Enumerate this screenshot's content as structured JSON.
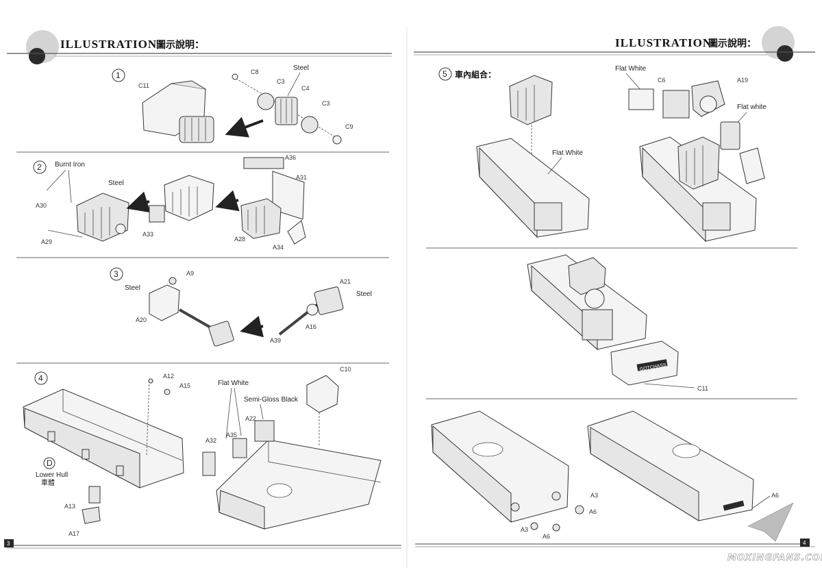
{
  "left_page": {
    "header_en": "ILLUSTRATION",
    "header_cn": "圖示說明：",
    "page_number": "3",
    "steps": [
      {
        "number": "1",
        "labels": {
          "c11": "C11",
          "c8": "C8",
          "c3a": "C3",
          "c4": "C4",
          "c3b": "C3",
          "c9": "C9",
          "steel": "Steel"
        }
      },
      {
        "number": "2",
        "labels": {
          "burnt_iron": "Burnt Iron",
          "steel": "Steel",
          "a30": "A30",
          "a29": "A29",
          "a33": "A33",
          "a36": "A36",
          "a31": "A31",
          "a28": "A28",
          "a34": "A34"
        }
      },
      {
        "number": "3",
        "labels": {
          "steel_left": "Steel",
          "a9": "A9",
          "a20": "A20",
          "a21": "A21",
          "steel_right": "Steel",
          "a16": "A16",
          "a39": "A39"
        }
      },
      {
        "number": "4",
        "labels": {
          "a12": "A12",
          "a15": "A15",
          "d": "D",
          "lower_hull": "Lower Hull",
          "lower_hull_cn": "車體",
          "a13": "A13",
          "a17": "A17",
          "flat_white": "Flat White",
          "semi_gloss": "Semi-Gloss Black",
          "a22": "A22",
          "a32": "A32",
          "a35": "A35",
          "c10": "C10"
        }
      }
    ]
  },
  "right_page": {
    "header_en": "ILLUSTRATION",
    "header_cn": "圖示說明：",
    "page_number": "4",
    "steps": [
      {
        "number": "5",
        "title_cn": "車內組合：",
        "labels": {
          "flat_white_top": "Flat White",
          "c6": "C6",
          "a19": "A19",
          "flat_white_right": "Flat white",
          "flat_white_hull": "Flat White",
          "c11": "C11",
          "plate": "GOTCHASS",
          "a3a": "A3",
          "a6a": "A6",
          "a3b": "A3",
          "a6b": "A6",
          "a6c": "A6"
        }
      }
    ]
  },
  "watermark": "MOXINGFANS.COM",
  "colors": {
    "ink": "#222222",
    "paper": "#ffffff",
    "rule": "#555555",
    "circle": "#cfcfcf",
    "dark_circle": "#2a2a2a"
  }
}
